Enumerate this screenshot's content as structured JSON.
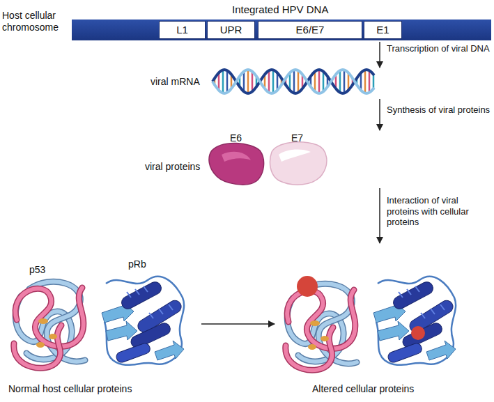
{
  "diagram": {
    "nodes": [
      {
        "text": [
          "Integrated HPV DNA"
        ]
      },
      {
        "text": [
          "L1"
        ],
        "in": 0
      },
      {
        "text": [
          "UPR"
        ],
        "in": 0
      },
      {
        "text": [
          "E6/E7"
        ],
        "in": 0
      },
      {
        "text": [
          "E1"
        ],
        "in": 0
      },
      {
        "text": [
          "viral mRNA"
        ]
      },
      {
        "text": [
          "viral proteins"
        ]
      },
      {
        "text": [
          "E6"
        ],
        "in": 6
      },
      {
        "text": [
          "E7"
        ],
        "in": 6
      },
      {
        "text": [
          "Normal host cellular proteins"
        ]
      },
      {
        "text": [
          "p53"
        ],
        "in": 9
      },
      {
        "text": [
          "pRb"
        ],
        "in": 9
      },
      {
        "text": [
          "Altered cellular proteins"
        ]
      }
    ],
    "edges": [
      {
        "from": 0,
        "to": 5,
        "arrow": "to",
        "label": "Transcription of viral DNA"
      },
      {
        "from": 5,
        "to": 6,
        "arrow": "to",
        "label": "Synthesis of viral proteins"
      },
      {
        "from": 6,
        "to": 12,
        "arrow": "to",
        "label": "Interaction of viral proteins with cellular proteins"
      },
      {
        "from": 9,
        "to": 12,
        "arrow": "to"
      }
    ],
    "labels": [
      "Host cellular chromosome"
    ]
  }
}
